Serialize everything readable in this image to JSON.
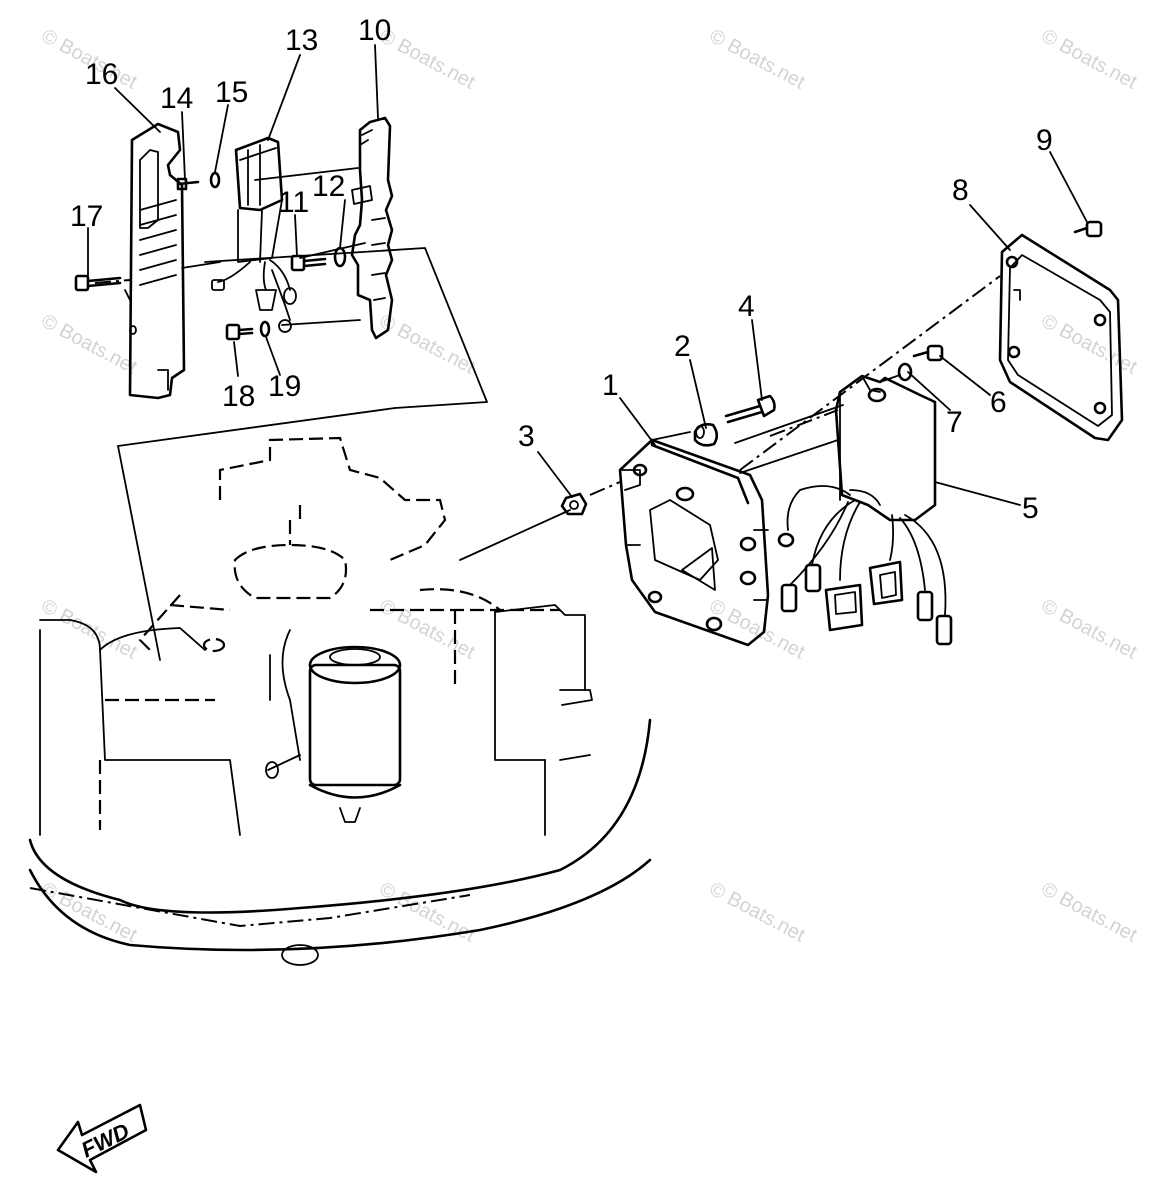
{
  "diagram": {
    "callouts": [
      "1",
      "2",
      "3",
      "4",
      "5",
      "6",
      "7",
      "8",
      "9",
      "10",
      "11",
      "12",
      "13",
      "14",
      "15",
      "16",
      "17",
      "18",
      "19"
    ],
    "fwd_label": "FWD",
    "watermark": "© Boats.net",
    "colors": {
      "line": "#000000",
      "background": "#ffffff",
      "watermark": "#b0b0b0"
    }
  }
}
